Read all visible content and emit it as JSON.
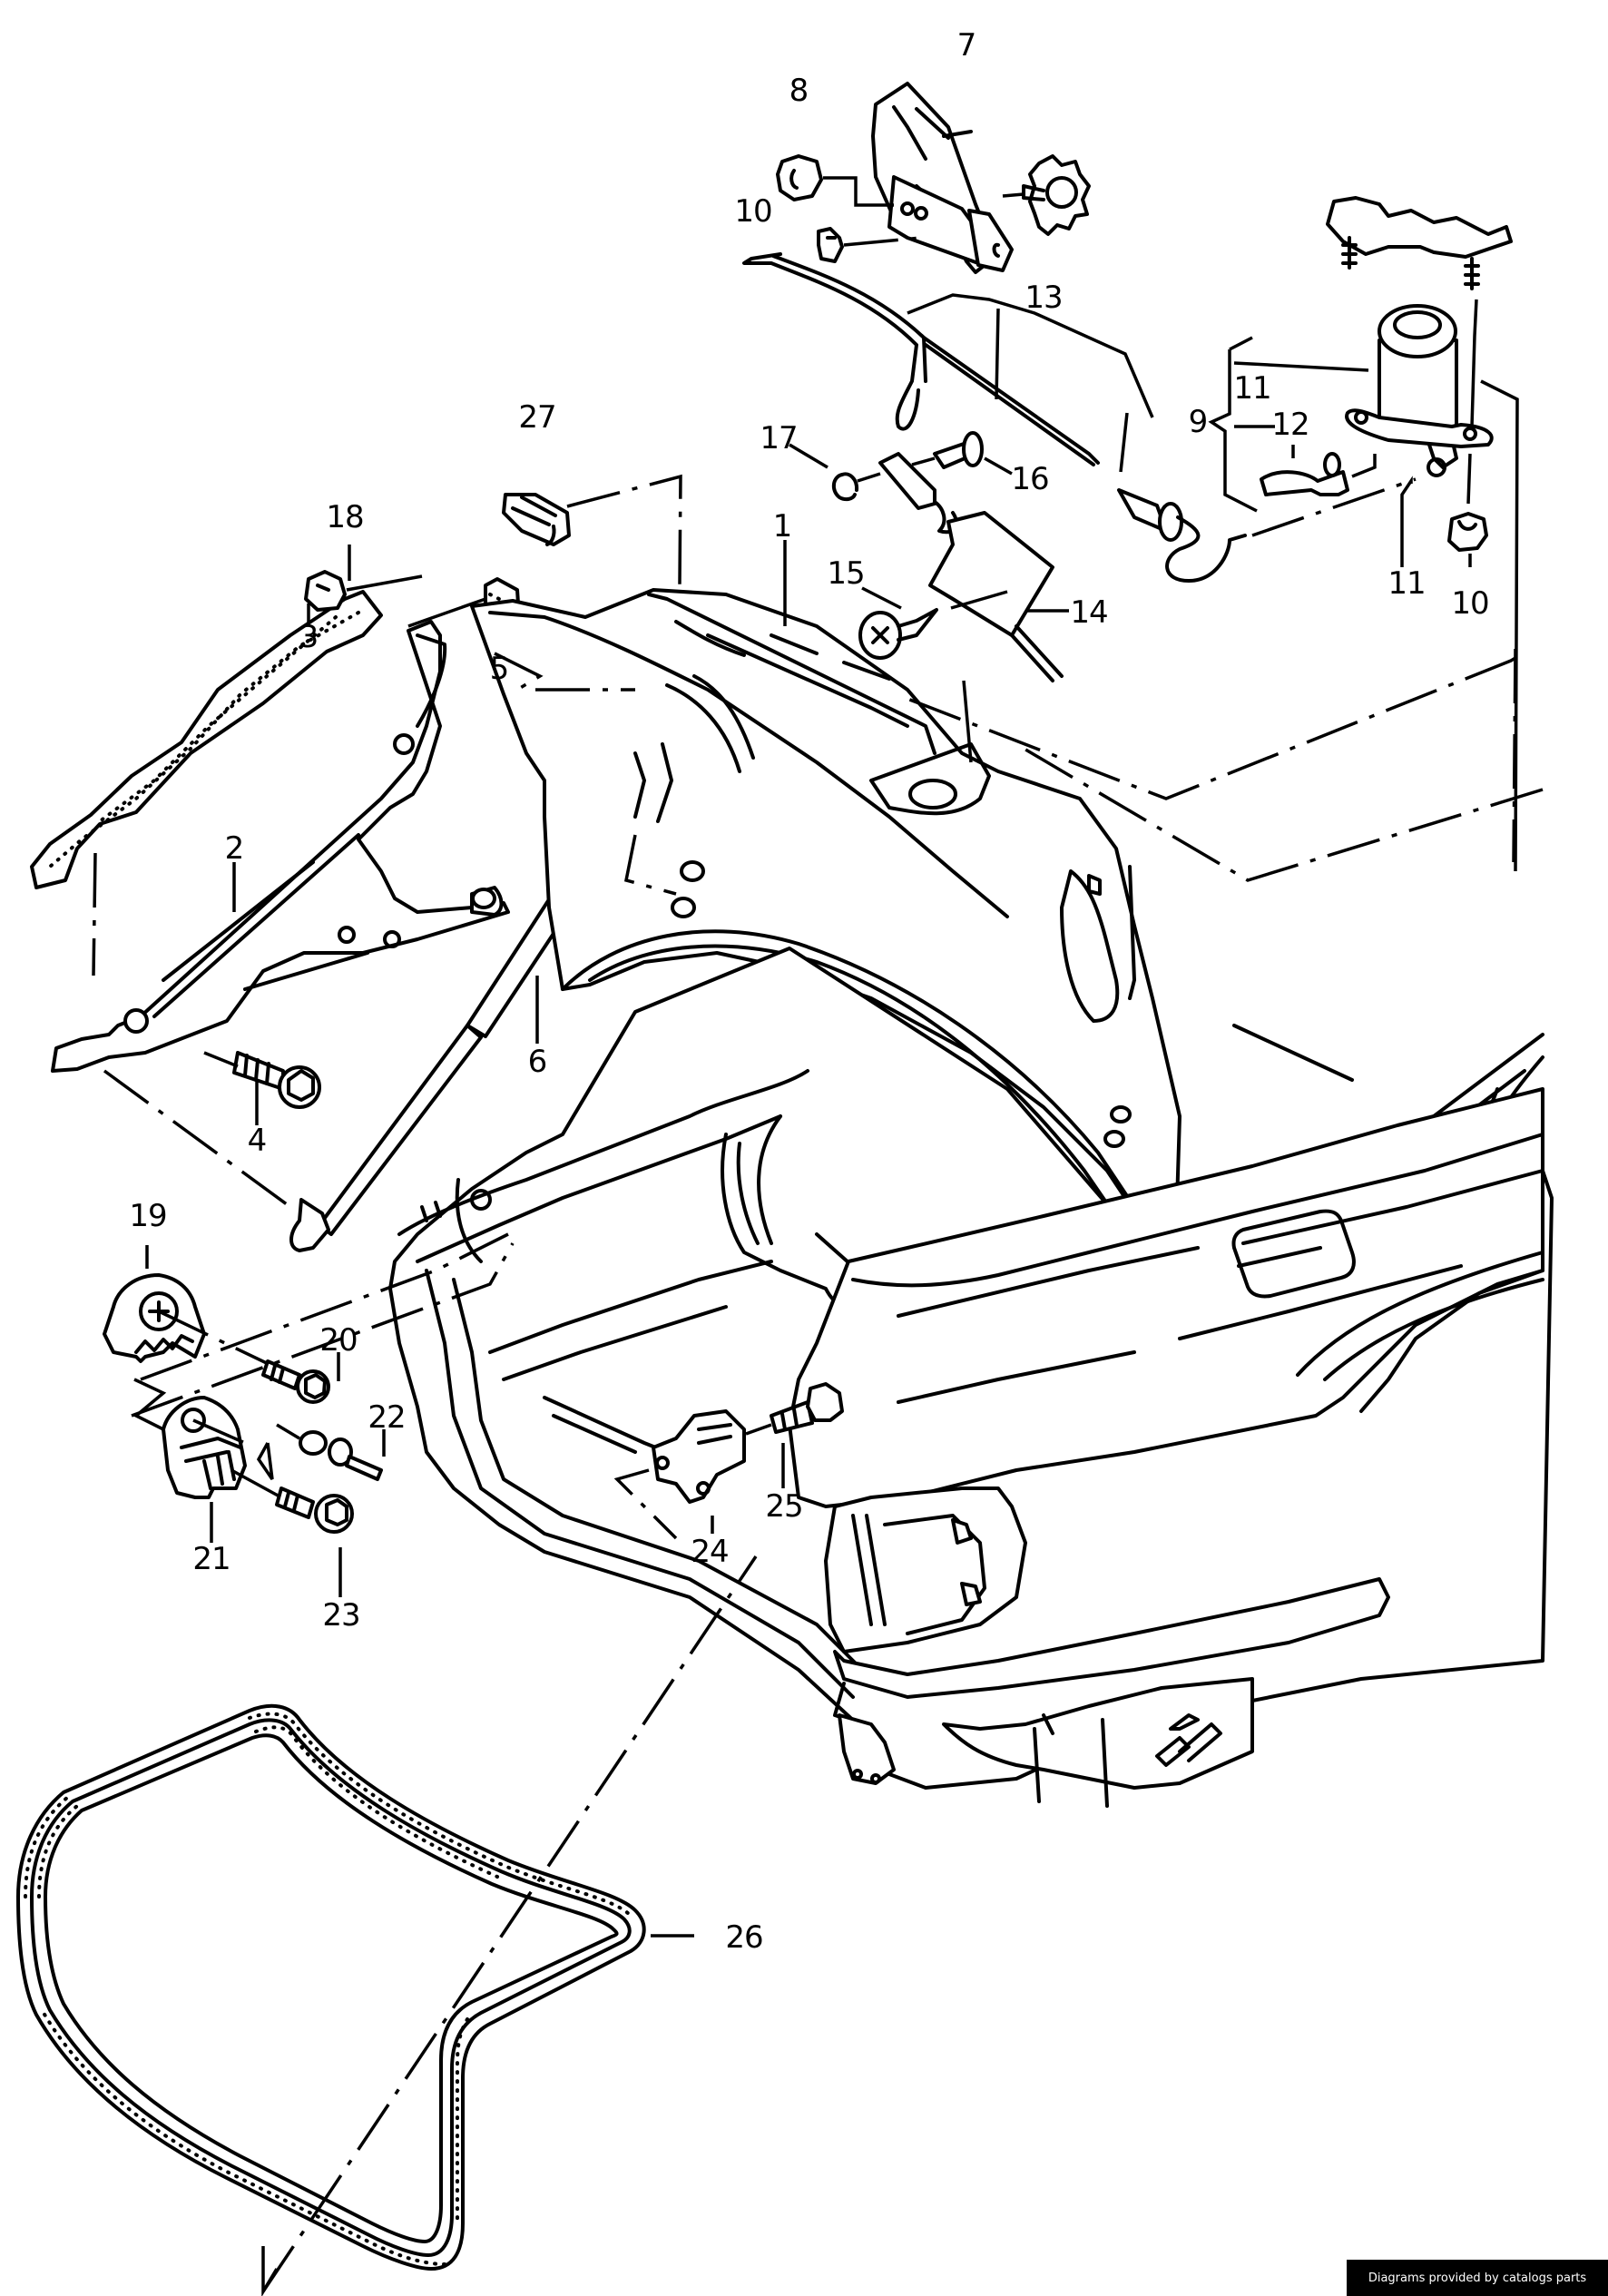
{
  "diagram": {
    "subject": "Trunk lid assembly exploded parts diagram",
    "callouts": [
      {
        "id": "c1",
        "label": "1"
      },
      {
        "id": "c2",
        "label": "2"
      },
      {
        "id": "c3",
        "label": "3"
      },
      {
        "id": "c4",
        "label": "4"
      },
      {
        "id": "c5",
        "label": "5"
      },
      {
        "id": "c6",
        "label": "6"
      },
      {
        "id": "c7",
        "label": "7"
      },
      {
        "id": "c8",
        "label": "8"
      },
      {
        "id": "c9",
        "label": "9"
      },
      {
        "id": "c10a",
        "label": "10"
      },
      {
        "id": "c10b",
        "label": "10"
      },
      {
        "id": "c11a",
        "label": "11"
      },
      {
        "id": "c11b",
        "label": "11"
      },
      {
        "id": "c12",
        "label": "12"
      },
      {
        "id": "c13",
        "label": "13"
      },
      {
        "id": "c14",
        "label": "14"
      },
      {
        "id": "c15",
        "label": "15"
      },
      {
        "id": "c16",
        "label": "16"
      },
      {
        "id": "c17",
        "label": "17"
      },
      {
        "id": "c18",
        "label": "18"
      },
      {
        "id": "c19",
        "label": "19"
      },
      {
        "id": "c20",
        "label": "20"
      },
      {
        "id": "c21",
        "label": "21"
      },
      {
        "id": "c22",
        "label": "22"
      },
      {
        "id": "c23",
        "label": "23"
      },
      {
        "id": "c24",
        "label": "24"
      },
      {
        "id": "c25",
        "label": "25"
      },
      {
        "id": "c26",
        "label": "26"
      },
      {
        "id": "c27",
        "label": "27"
      }
    ]
  },
  "footer": {
    "credit": "Diagrams provided by catalogs parts"
  }
}
